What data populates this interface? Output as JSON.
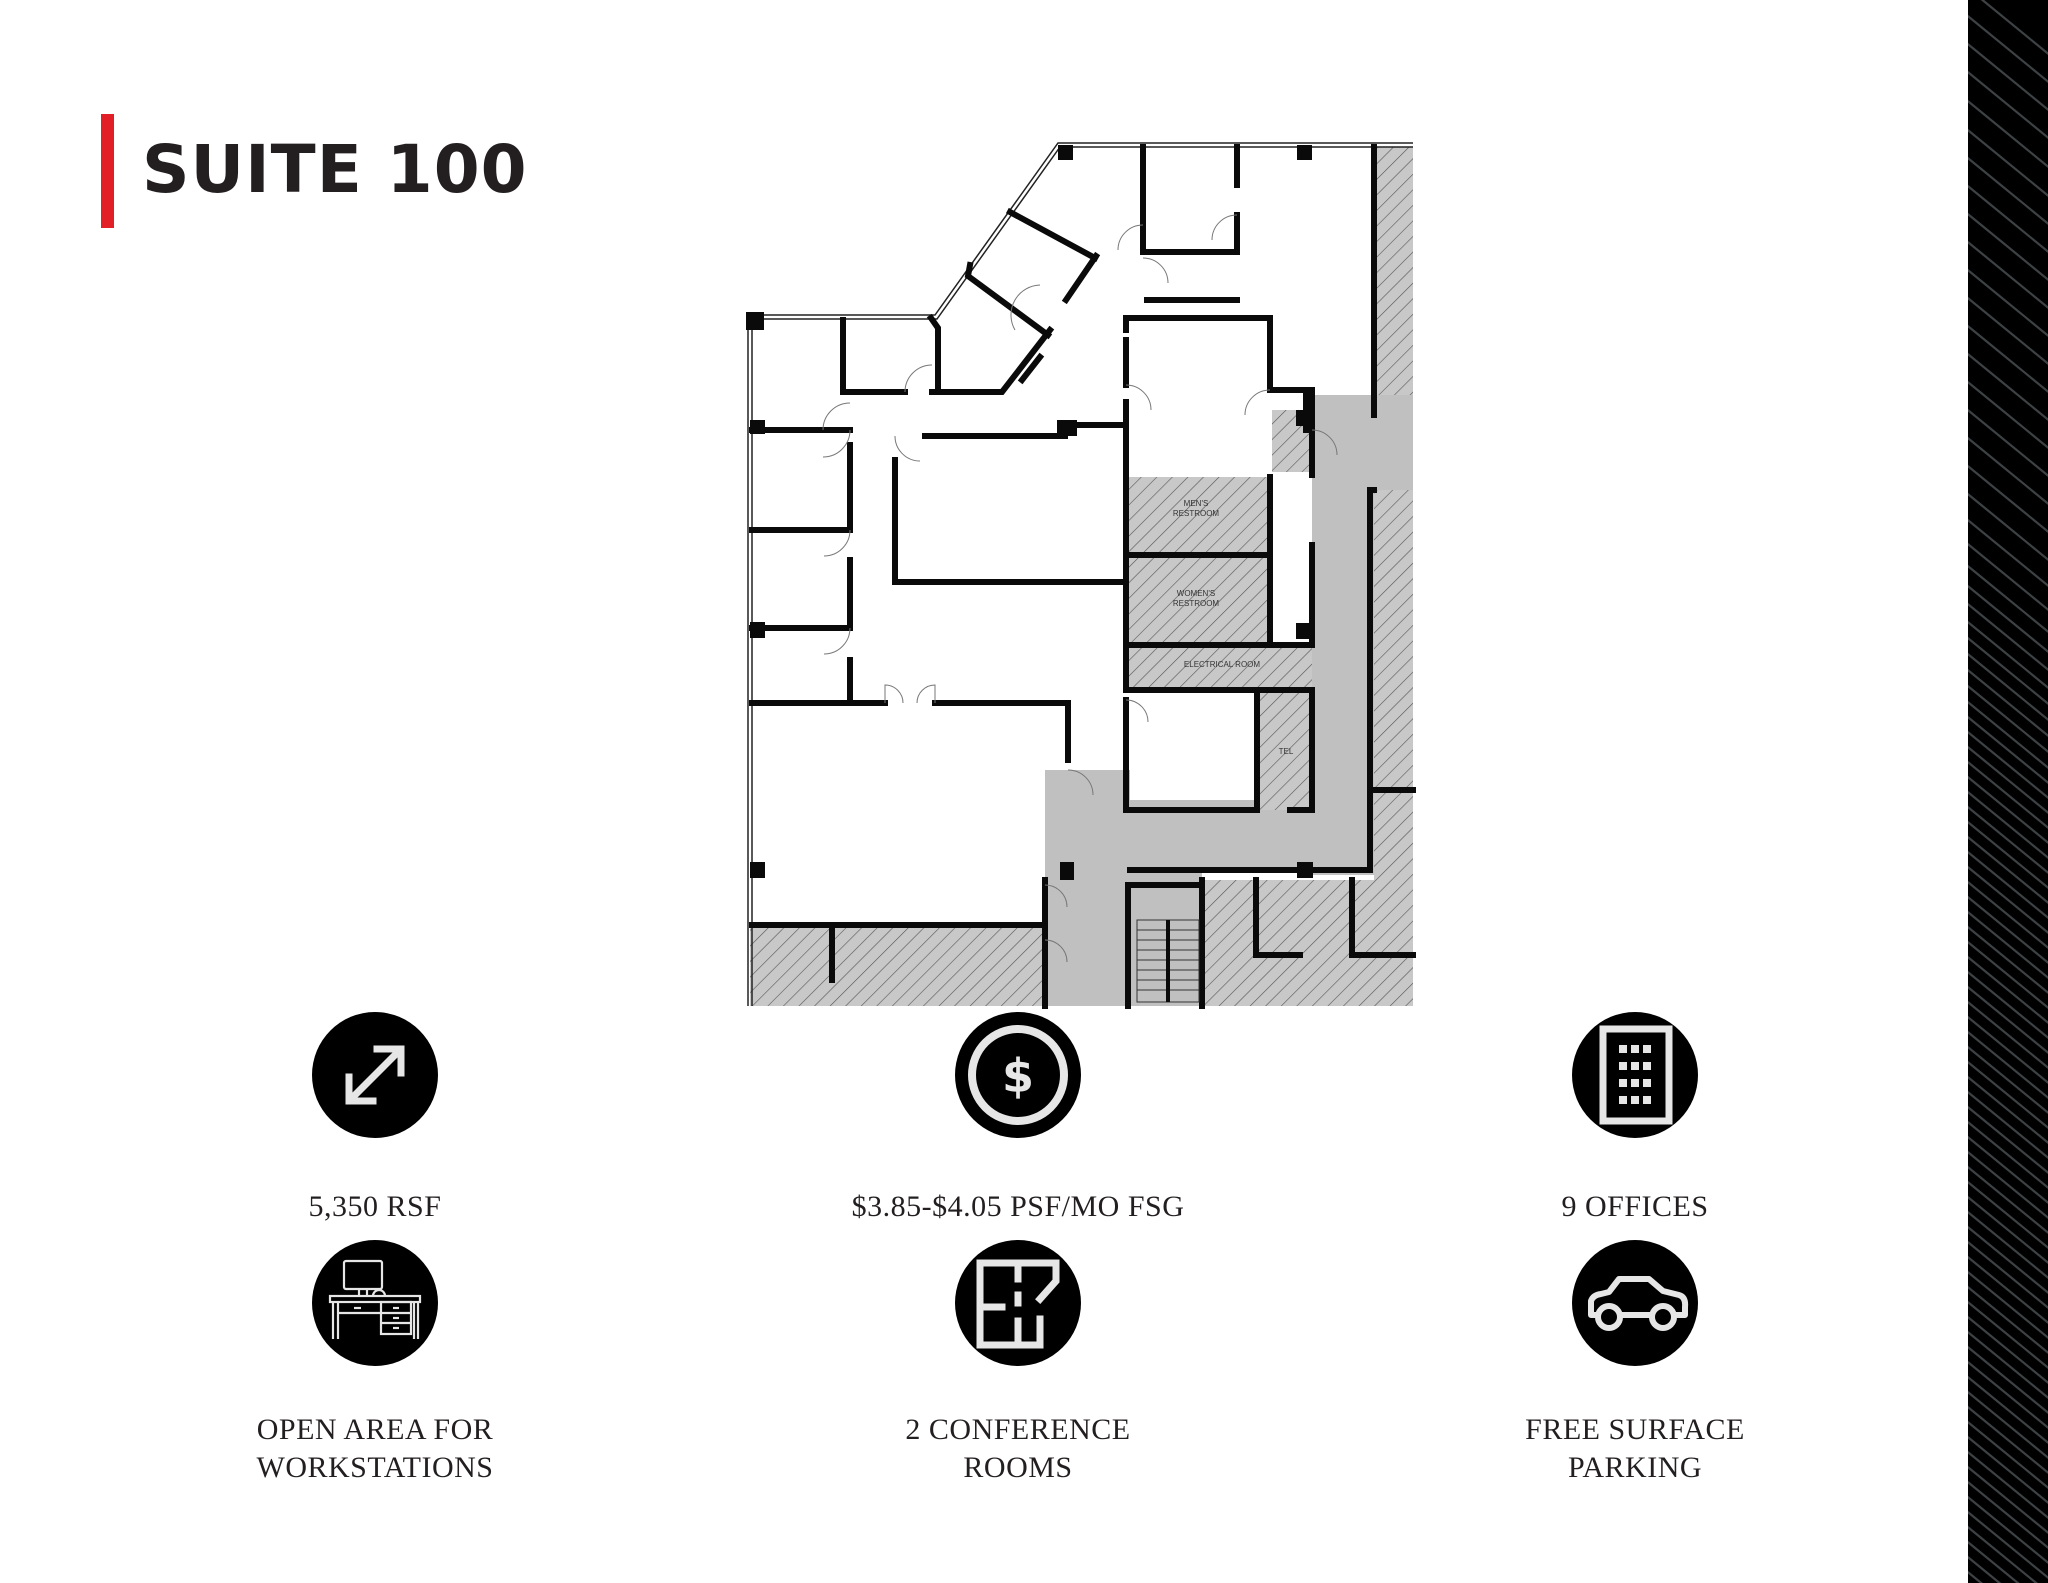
{
  "header": {
    "title": "SUITE 100",
    "accent_color": "#e21f26"
  },
  "floor_plan": {
    "room_labels": {
      "mens_restroom": [
        "MEN'S",
        "RESTROOM"
      ],
      "womens_restroom": [
        "WOMEN'S",
        "RESTROOM"
      ],
      "electrical_room": "ELECTRICAL ROOM",
      "tel": "TEL"
    },
    "colors": {
      "wall": "#0a0a0a",
      "common_area": "#c0c0c0",
      "hatch_fill": "#c8c8c8",
      "hatch_line": "#555555"
    }
  },
  "features": [
    {
      "icon": "resize-arrows-icon",
      "lines": [
        "5,350 RSF"
      ]
    },
    {
      "icon": "dollar-coin-icon",
      "lines": [
        "$3.85-$4.05 PSF/MO FSG"
      ]
    },
    {
      "icon": "office-building-icon",
      "lines": [
        "9 OFFICES"
      ]
    },
    {
      "icon": "desk-workstation-icon",
      "lines": [
        "OPEN AREA FOR",
        "WORKSTATIONS"
      ]
    },
    {
      "icon": "floor-plan-icon",
      "lines": [
        "2 CONFERENCE",
        "ROOMS"
      ]
    },
    {
      "icon": "car-icon",
      "lines": [
        "FREE SURFACE",
        "PARKING"
      ]
    }
  ],
  "side_panel": {
    "color": "#000000",
    "stripe_color": "#3d4244"
  }
}
